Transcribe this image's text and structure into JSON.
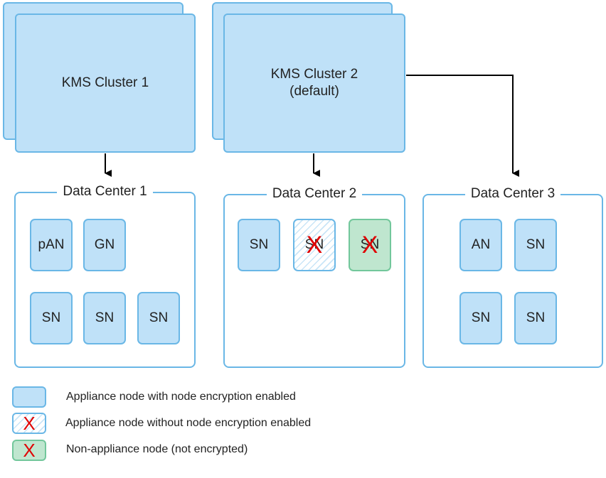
{
  "kms_clusters": [
    {
      "label": "KMS Cluster 1",
      "sublabel": ""
    },
    {
      "label": "KMS Cluster 2",
      "sublabel": "(default)"
    }
  ],
  "data_centers": [
    {
      "title": "Data Center 1",
      "nodes": [
        "pAN",
        "GN",
        "SN",
        "SN",
        "SN"
      ]
    },
    {
      "title": "Data Center 2",
      "nodes": [
        "SN",
        "SN",
        "SN"
      ]
    },
    {
      "title": "Data Center 3",
      "nodes": [
        "AN",
        "SN",
        "SN",
        "SN"
      ]
    }
  ],
  "legend": [
    {
      "text": "Appliance node with node encryption enabled"
    },
    {
      "text": "Appliance node without node encryption enabled",
      "mark": "X"
    },
    {
      "text": "Non-appliance node (not encrypted)",
      "mark": "X"
    }
  ],
  "colors": {
    "node_fill": "#bfe1f8",
    "node_border": "#6ab7e6",
    "non_appliance_fill": "#bfe6cf",
    "non_appliance_border": "#72c79b",
    "not_encrypted_mark": "#e00000",
    "connector": "#000000"
  }
}
